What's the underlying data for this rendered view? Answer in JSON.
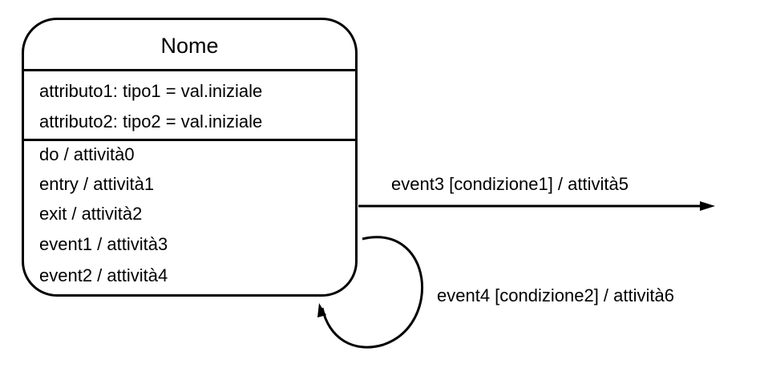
{
  "state": {
    "name": "Nome",
    "attributes": [
      "attributo1: tipo1 = val.iniziale",
      "attributo2: tipo2 = val.iniziale"
    ],
    "activities": [
      "do / attività0",
      "entry /  attività1",
      "exit  /  attività2",
      "event1 / attività3",
      "event2 / attività4"
    ]
  },
  "transitions": [
    {
      "label": "event3 [condizione1] / attività5",
      "kind": "outgoing"
    },
    {
      "label": "event4 [condizione2] / attività6",
      "kind": "self-loop"
    }
  ]
}
